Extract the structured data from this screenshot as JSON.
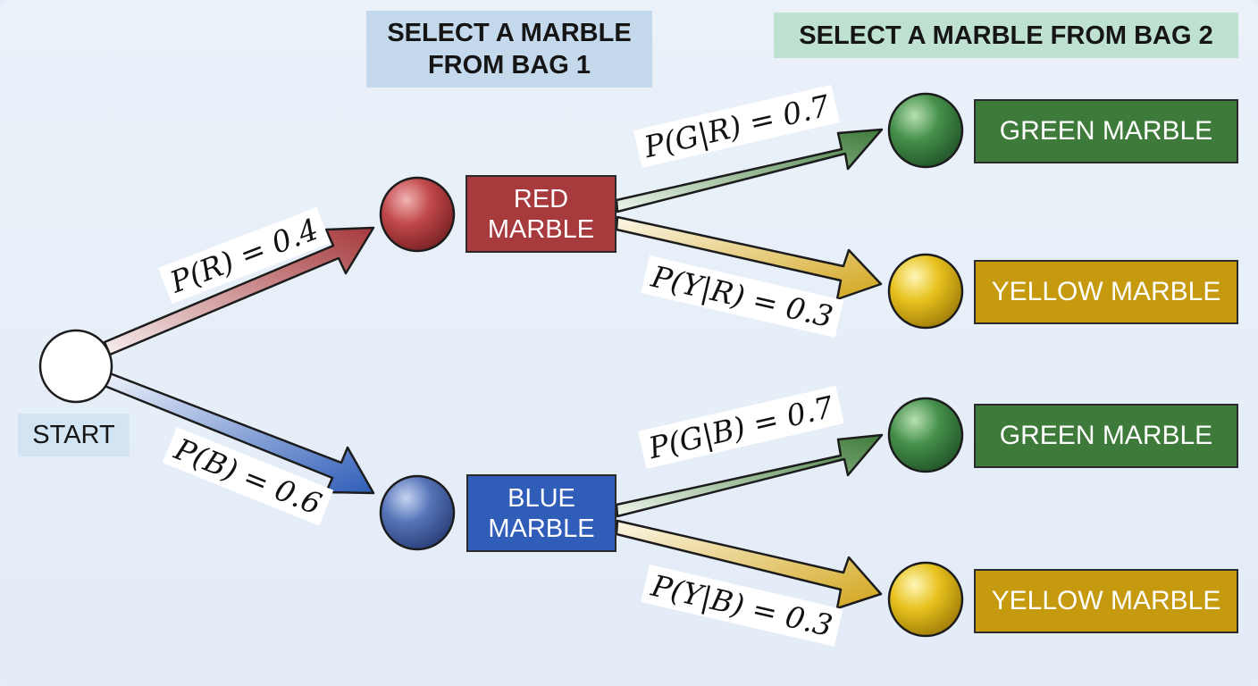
{
  "headers": {
    "bag1": "SELECT A MARBLE\nFROM BAG 1",
    "bag2": "SELECT A MARBLE FROM BAG 2"
  },
  "start": {
    "label": "START"
  },
  "first_stage": {
    "red": {
      "label": "RED\nMARBLE",
      "color": "#a63a3d",
      "probability": "P(R) = 0.4"
    },
    "blue": {
      "label": "BLUE\nMARBLE",
      "color": "#2f5db8",
      "probability": "P(B) = 0.6"
    }
  },
  "second_stage": {
    "given_red": [
      {
        "label": "GREEN MARBLE",
        "color": "#3e7b3a",
        "probability": "P(G|R) = 0.7"
      },
      {
        "label": "YELLOW MARBLE",
        "color": "#c69a0f",
        "probability": "P(Y|R) = 0.3"
      }
    ],
    "given_blue": [
      {
        "label": "GREEN MARBLE",
        "color": "#3e7b3a",
        "probability": "P(G|B) = 0.7"
      },
      {
        "label": "YELLOW MARBLE",
        "color": "#c69a0f",
        "probability": "P(Y|B) = 0.3"
      }
    ]
  }
}
